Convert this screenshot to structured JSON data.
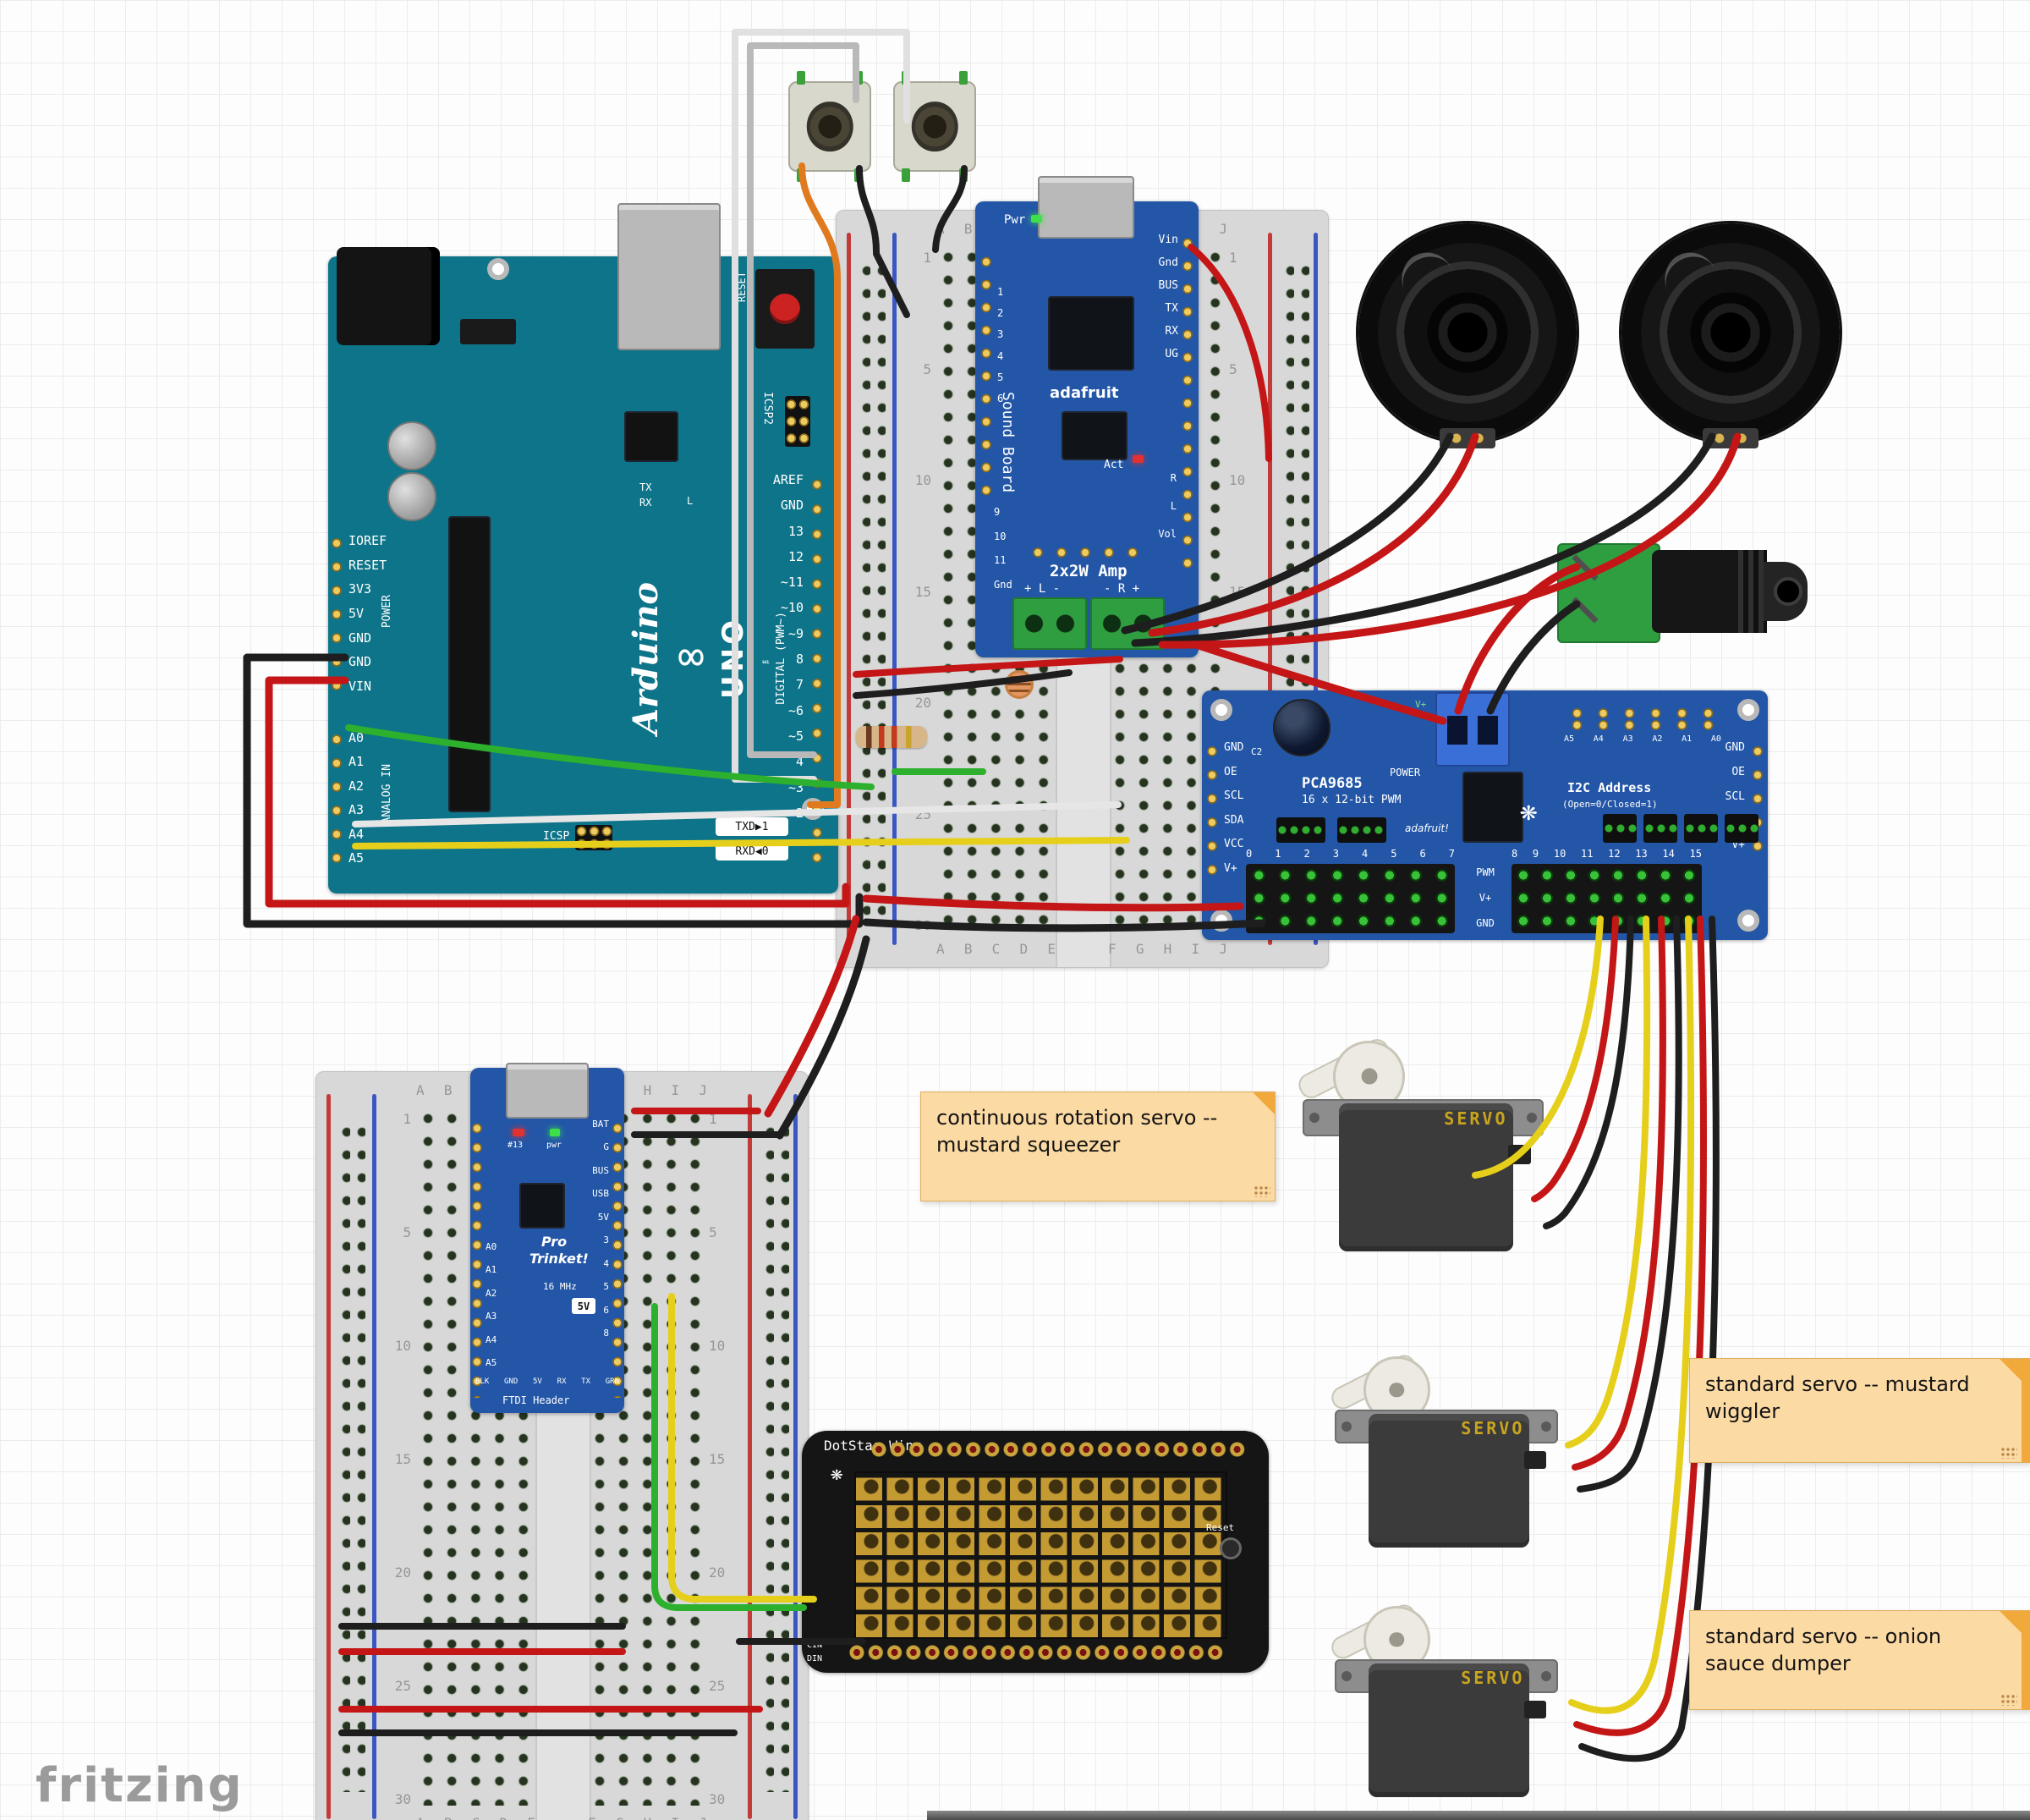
{
  "watermark": "fritzing",
  "arduino": {
    "brand": "Arduino",
    "infinity": "∞",
    "model": "UNO",
    "tm": "™",
    "reset_button": "RESET",
    "icsp2": "ICSP2",
    "icsp": "ICSP",
    "tx": "TX",
    "rx": "RX",
    "led_l": "L",
    "power_section": "POWER",
    "analog_section": "ANALOG IN",
    "digital_section": "DIGITAL (PWM~)",
    "power_pins": [
      "IOREF",
      "RESET",
      "3V3",
      "5V",
      "GND",
      "GND",
      "VIN"
    ],
    "analog_pins": [
      "A0",
      "A1",
      "A2",
      "A3",
      "A4",
      "A5"
    ],
    "digital_pins": [
      "AREF",
      "GND",
      "13",
      "12",
      "~11",
      "~10",
      "~9",
      "8",
      "7",
      "~6",
      "~5",
      "4",
      "~3",
      "2"
    ],
    "tx1": "TXD▶1",
    "rx0": "RXD◀0"
  },
  "breadboard": {
    "cols_left": [
      "A",
      "B",
      "C",
      "D",
      "E"
    ],
    "cols_right": [
      "F",
      "G",
      "H",
      "I",
      "J"
    ],
    "rows": [
      "1",
      "5",
      "10",
      "15",
      "20",
      "25",
      "30"
    ]
  },
  "sound_board": {
    "pwr": "Pwr",
    "brand": "adafruit",
    "title": "Sound Board",
    "act": "Act",
    "left_pins": [
      "1",
      "2",
      "3",
      "4",
      "5",
      "6"
    ],
    "lower_left_pins": [
      "9",
      "10",
      "11",
      "Gnd"
    ],
    "right_pins": [
      "Vin",
      "Gnd",
      "BUS",
      "TX",
      "RX",
      "UG"
    ],
    "lower_right_pins": [
      "R",
      "L",
      "Vol"
    ],
    "amp_title": "2x2W Amp",
    "terminal_left": "+ L -",
    "terminal_right": "- R +"
  },
  "pca9685": {
    "chip": "PCA9685",
    "subtitle": "16 x 12-bit PWM",
    "power": "POWER",
    "vplus": "V+",
    "cap": "C2",
    "i2c_title": "I2C Address",
    "i2c_subtitle": "(Open=0/Closed=1)",
    "brand": "adafruit!",
    "logo": "❋",
    "left_pins": [
      "GND",
      "OE",
      "SCL",
      "SDA",
      "VCC",
      "V+"
    ],
    "right_pins": [
      "GND",
      "OE",
      "SCL",
      "SDA",
      "V+"
    ],
    "address_jumpers": [
      "A5",
      "A4",
      "A3",
      "A2",
      "A1",
      "A0"
    ],
    "channels_left": [
      "0",
      "1",
      "2",
      "3",
      "4",
      "5",
      "6",
      "7"
    ],
    "channels_right": [
      "8",
      "9",
      "10",
      "11",
      "12",
      "13",
      "14",
      "15"
    ],
    "row_labels": [
      "PWM",
      "V+",
      "GND"
    ]
  },
  "pro_trinket": {
    "title1": "Pro",
    "title2": "Trinket!",
    "freq": "16 MHz",
    "badge": "5V",
    "led13": "#13",
    "ledpwr": "pwr",
    "ftdi": "FTDI Header",
    "left_pins": [
      "A0",
      "A1",
      "A2",
      "A3",
      "A4",
      "A5"
    ],
    "right_pins": [
      "BAT",
      "G",
      "BUS",
      "USB",
      "5V",
      "3",
      "4",
      "5",
      "6",
      "8"
    ],
    "ftdi_pins": [
      "BLK",
      "GND",
      "5V",
      "RX",
      "TX",
      "GRN"
    ]
  },
  "dotstar": {
    "title": "DotStar Wing",
    "logo": "❋",
    "reset": "Reset",
    "cin": "CIN",
    "din": "DIN"
  },
  "servo_label": "SERVO",
  "notes": [
    {
      "text": "continuous rotation servo -- mustard squeezer"
    },
    {
      "text": "standard servo -- mustard wiggler"
    },
    {
      "text": "standard servo -- onion sauce dumper"
    }
  ],
  "colors": {
    "arduino_teal": "#0e7489",
    "pcb_blue": "#2356a7",
    "note_bg": "#fcdaa4",
    "wire_red": "#c41616",
    "wire_black": "#1e1e1e",
    "wire_yellow": "#e6cf1a",
    "wire_green": "#2db02d",
    "wire_orange": "#e07a1f"
  }
}
